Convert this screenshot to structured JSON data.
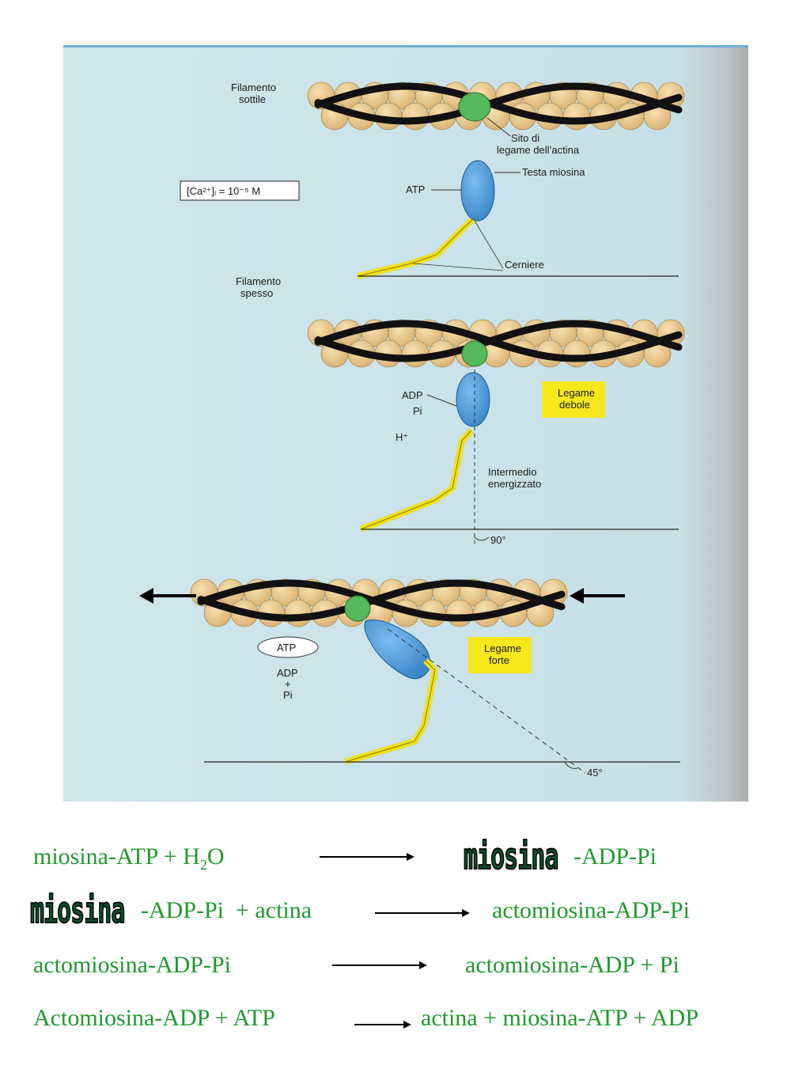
{
  "figure": {
    "panel1": {
      "thin_filament": "Filamento\nsottile",
      "binding_site": "Sito di\nlegame dell'actina",
      "myosin_head": "Testa miosina",
      "calcium": "[Ca²⁺]ᵢ = 10⁻⁵ M",
      "atp": "ATP",
      "hinges": "Cerniere",
      "thick_filament": "Filamento\nspesso"
    },
    "panel2": {
      "adp": "ADP",
      "pi": "Pi",
      "h_plus": "H⁺",
      "weak_bond": "Legame\ndebole",
      "intermediate": "Intermedio\nenergizzato",
      "angle": "90°"
    },
    "panel3": {
      "atp": "ATP",
      "adp_pi": "ADP\n+\nPi",
      "strong_bond": "Legame\nforte",
      "angle": "45°"
    },
    "colors": {
      "background": "#c9e2e9",
      "actin_bead": "#e9c98d",
      "binding_site": "#55b85a",
      "myosin_head": "#4e9fdc",
      "myosin_tail": "#f2e11a",
      "label_box": "#f6e81c"
    }
  },
  "equations": [
    {
      "left": "miosina-ATP + H",
      "left_sub": "2",
      "left_tail": "O",
      "right_logo": "miosina",
      "right": "-ADP-Pi"
    },
    {
      "left_logo": "miosina",
      "left": "-ADP-Pi  + actina",
      "right": "actomiosina-ADP-Pi"
    },
    {
      "left": "actomiosina-ADP-Pi",
      "right": "actomiosina-ADP + Pi"
    },
    {
      "left": "Actomiosina-ADP + ATP",
      "right": "actina + miosina-ATP + ADP"
    }
  ]
}
